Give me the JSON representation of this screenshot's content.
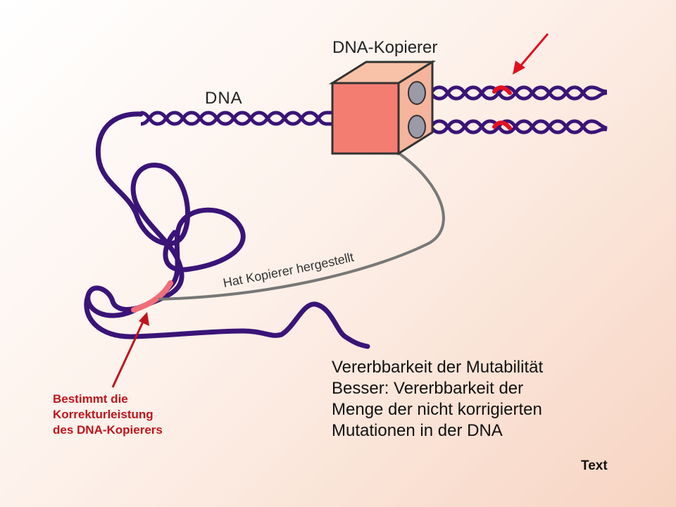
{
  "labels": {
    "copier": "DNA-Kopierer",
    "dna": "DNA",
    "arc": "Hat Kopierer hergestellt"
  },
  "note": {
    "line1": "Bestimmt die",
    "line2": "Korrekturleistung",
    "line3": "des DNA-Kopierers"
  },
  "main_text": {
    "line1": "Vererbbarkeit der Mutabilität",
    "line2": "Besser: Vererbbarkeit der",
    "line3": "Menge der nicht korrigierten",
    "line4": "Mutationen in der DNA"
  },
  "corner_text": "Text",
  "colors": {
    "dna": "#3a1477",
    "copier_front": "#f47d72",
    "copier_side": "#f5b8a0",
    "gene_segment": "#f06e78",
    "mutation": "#e8101e",
    "arrow_red": "#e01020",
    "arc_grey": "#777777"
  }
}
